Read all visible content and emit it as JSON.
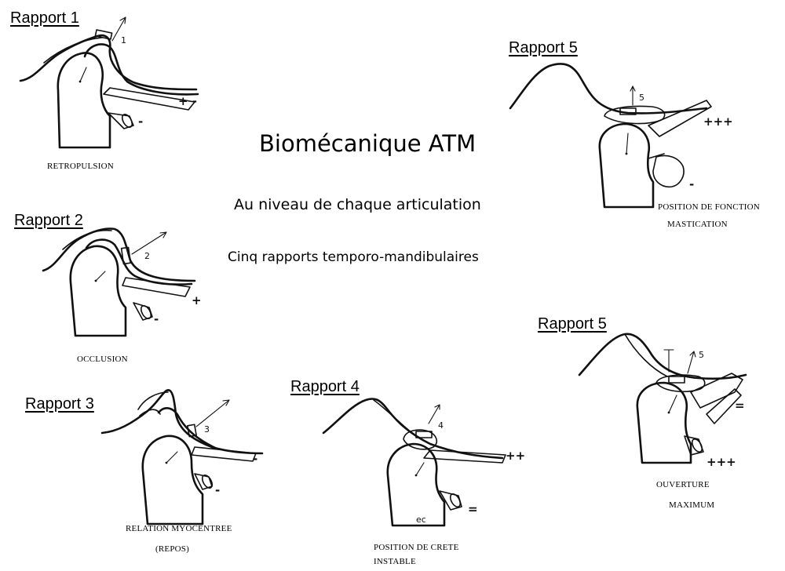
{
  "title": "Biomécanique ATM",
  "subtitle": "Au niveau de chaque articulation",
  "subtitle2": "Cinq rapports temporo-mandibulaires",
  "diagrams": [
    {
      "label": "Rapport 1",
      "caption": "RETROPULSION",
      "caption2": "",
      "number": "1",
      "ligament_sign": "+ -",
      "muscle_sign": "-"
    },
    {
      "label": "Rapport 2",
      "caption": "OCCLUSION",
      "caption2": "",
      "number": "2",
      "ligament_sign": "+",
      "muscle_sign": "-"
    },
    {
      "label": "Rapport 3",
      "caption": "RELATION MYOCENTREE",
      "caption2": "(REPOS)",
      "number": "3",
      "ligament_sign": "-",
      "muscle_sign": "-"
    },
    {
      "label": "Rapport 4",
      "caption": "POSITION DE CRETE",
      "caption2": "INSTABLE",
      "number": "4",
      "ligament_sign": "++",
      "muscle_sign": "="
    },
    {
      "label": "Rapport 5",
      "caption": "POSITION DE FONCTION",
      "caption2": "MASTICATION",
      "number": "5",
      "ligament_sign": "+++",
      "muscle_sign": "-"
    },
    {
      "label": "Rapport 5",
      "caption": "OUVERTURE",
      "caption2": "MAXIMUM",
      "number": "5",
      "ligament_sign": "=",
      "muscle_sign": "+++"
    }
  ],
  "artist_mark": "ec"
}
